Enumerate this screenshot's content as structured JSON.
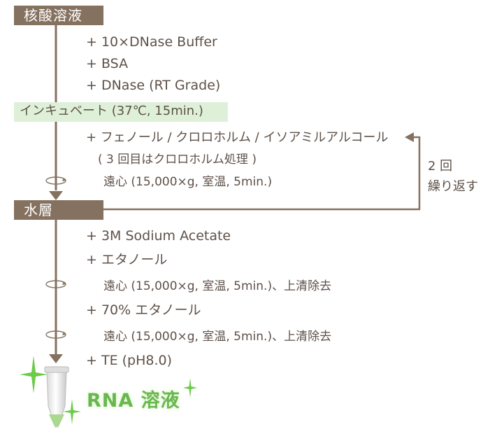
{
  "steps": {
    "start_label": "核酸溶液",
    "add_buffer": "+ 10×DNase Buffer",
    "add_bsa": "+ BSA",
    "add_dnase": "+ DNase (RT Grade)",
    "incubate": "インキュベート (37℃, 15min.)",
    "add_phenol": "+ フェノール / クロロホルム / イソアミルアルコール",
    "phenol_note": "( 3 回目はクロロホルム処理 )",
    "spin_1": "遠心 (15,000×g, 室温, 5min.)",
    "aqueous_label": "水層",
    "add_sodium_acetate": "+ 3M Sodium Acetate",
    "add_ethanol": "+ エタノール",
    "spin_2": "遠心 (15,000×g, 室温, 5min.)、上清除去",
    "add_ethanol_70": "+ 70% エタノール",
    "spin_3": "遠心 (15,000×g, 室温, 5min.)、上清除去",
    "add_te": "+ TE (pH8.0)",
    "result": "RNA 溶液"
  },
  "loop": {
    "times": "2 回",
    "text": "繰り返す"
  },
  "icons": {
    "spin": "centrifuge-rotation-icon",
    "tube": "microtube-icon",
    "sparkle": "sparkle-icon"
  },
  "colors": {
    "flow": "#85715f",
    "text": "#5e5149",
    "incubate_bg": "#dff0d8",
    "result": "#68b84d"
  }
}
